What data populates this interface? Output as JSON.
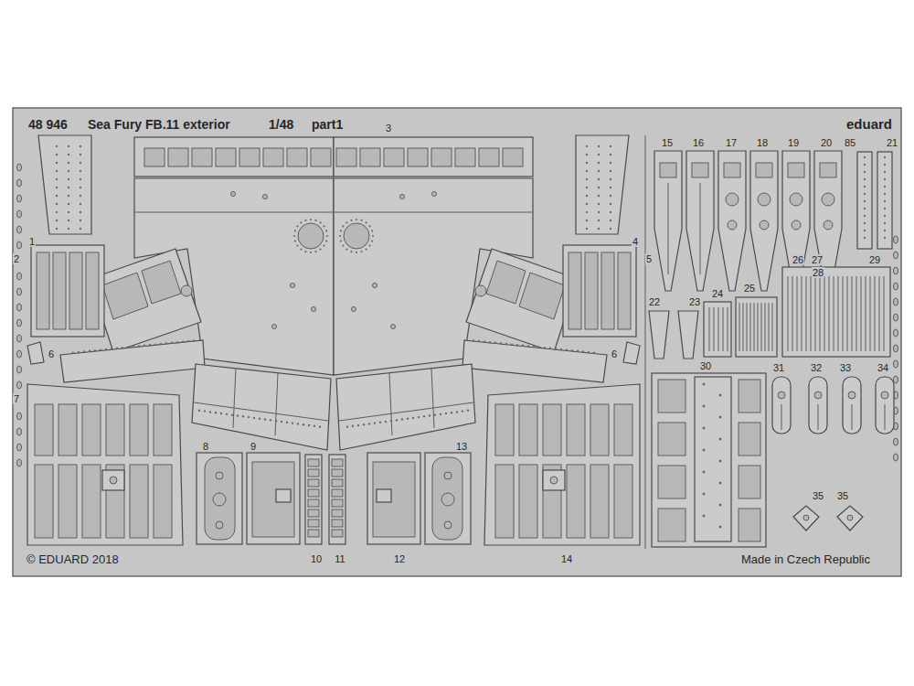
{
  "diagram": {
    "title": "Sea Fury FB.11 exterior",
    "labels": [
      "48 946",
      "1/48",
      "part1",
      "3",
      "eduard",
      "15",
      "16",
      "17",
      "18",
      "19",
      "20",
      "85",
      "21",
      "1",
      "2",
      "4",
      "5",
      "26",
      "27",
      "28",
      "29",
      "22",
      "23",
      "24",
      "25",
      "6",
      "6",
      "30",
      "31",
      "32",
      "33",
      "34",
      "7",
      "8",
      "9",
      "13",
      "35",
      "35",
      "10",
      "11",
      "12",
      "14",
      "© EDUARD 2018",
      "Made in Czech Republic"
    ]
  }
}
